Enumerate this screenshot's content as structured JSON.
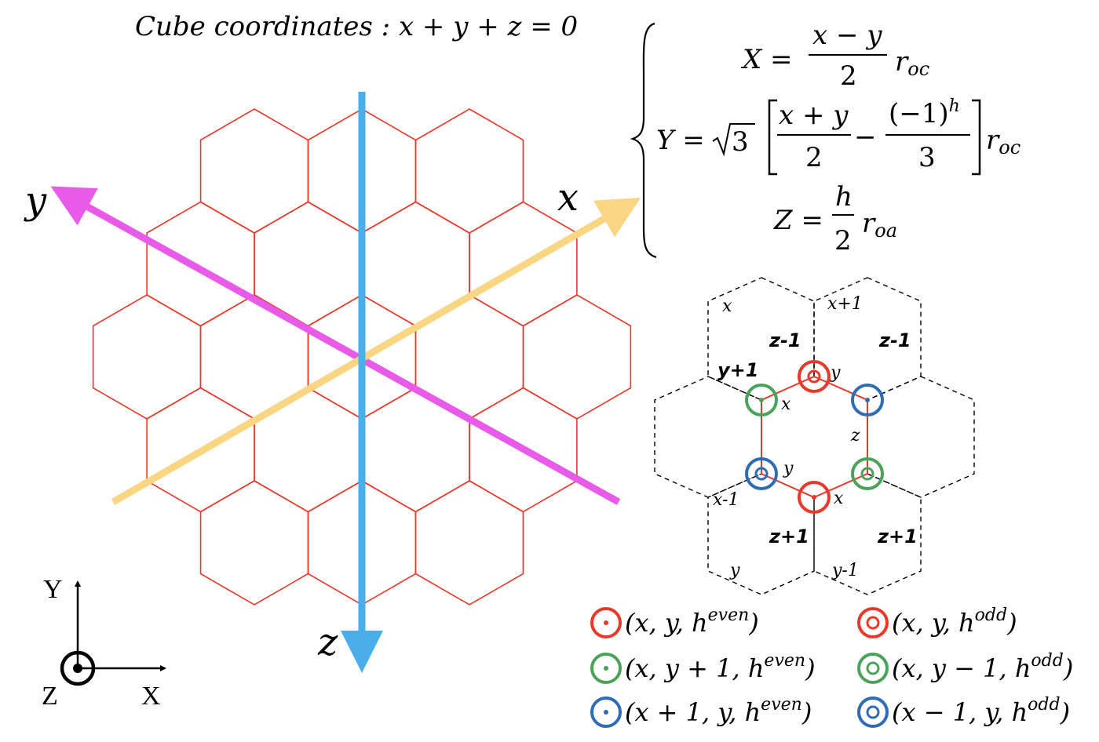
{
  "title": "Cube coordinates : x + y + z = 0",
  "axes": {
    "x": "x",
    "y": "y",
    "z": "z"
  },
  "frame": {
    "X": "X",
    "Y": "Y",
    "Z": "Z"
  },
  "equations": {
    "X_lhs": "X =",
    "X_num": "x − y",
    "X_den": "2",
    "X_r": "r",
    "X_r_sub": "oc",
    "Y_lhs": "Y = ",
    "Y_sqrt": "3",
    "Y_num1": "x + y",
    "Y_den1": "2",
    "Y_minus": "−",
    "Y_num2": "(−1)",
    "Y_num2_sup": "h",
    "Y_den2": "3",
    "Y_r": "r",
    "Y_r_sub": "oc",
    "Z_lhs": "Z =",
    "Z_num": "h",
    "Z_den": "2",
    "Z_r": "r",
    "Z_r_sub": "oa"
  },
  "neighbors": {
    "top_left": "x",
    "top_right": "x+1",
    "z_minus_left": "z-1",
    "z_minus_right": "z-1",
    "y_plus": "y+1",
    "center_y_top": "y",
    "center_x_left": "x",
    "center_z": "z",
    "center_y_bottom": "y",
    "center_x_bottom": "x",
    "x_minus": "x-1",
    "z_plus_left": "z+1",
    "z_plus_right": "z+1",
    "bottom_left": "y",
    "bottom_right": "y-1"
  },
  "legend": [
    {
      "text": "(x, y, h",
      "sup": "even",
      "close": ")",
      "color": "#e8392a",
      "type": "dot"
    },
    {
      "text": "(x, y, h",
      "sup": "odd",
      "close": ")",
      "color": "#e8392a",
      "type": "ring"
    },
    {
      "text": "(x, y + 1, h",
      "sup": "even",
      "close": ")",
      "color": "#4aa35a",
      "type": "dot"
    },
    {
      "text": "(x, y − 1, h",
      "sup": "odd",
      "close": ")",
      "color": "#4aa35a",
      "type": "ring"
    },
    {
      "text": "(x + 1, y, h",
      "sup": "even",
      "close": ")",
      "color": "#2e6db4",
      "type": "dot"
    },
    {
      "text": "(x − 1, y, h",
      "sup": "odd",
      "close": ")",
      "color": "#2e6db4",
      "type": "ring"
    }
  ],
  "colors": {
    "hex_grid": "#e8392a",
    "axis_x": "#f8d684",
    "axis_y": "#e85ae8",
    "axis_z": "#4aaee8",
    "red": "#e8392a",
    "green": "#4aa35a",
    "blue": "#2e6db4"
  }
}
